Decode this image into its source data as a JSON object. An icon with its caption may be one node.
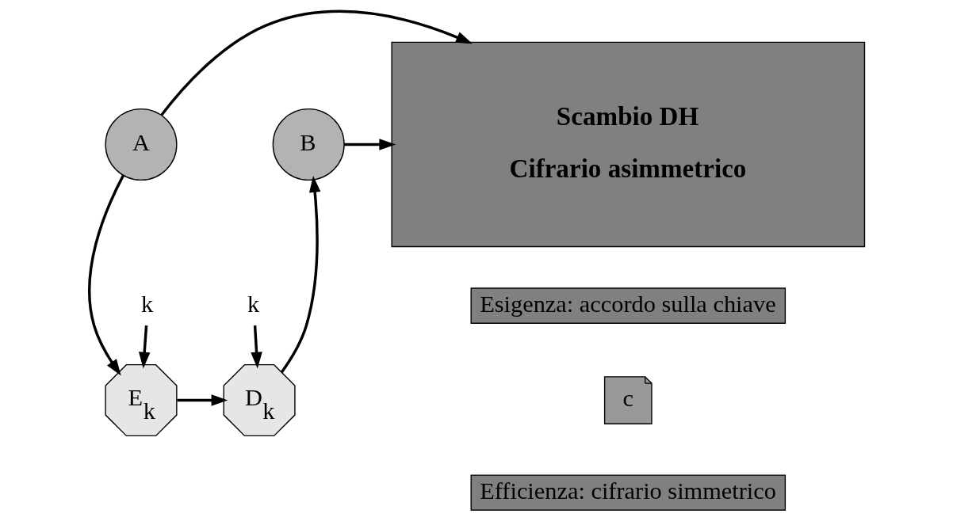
{
  "diagram": {
    "nodes": [
      {
        "text": [
          "A"
        ]
      },
      {
        "text": [
          "Scambio DH",
          "Cifrario asimmetrico"
        ]
      },
      {
        "text": [
          "B"
        ]
      },
      {
        "text": [
          "k"
        ]
      },
      {
        "text": [
          "k"
        ]
      },
      {
        "text": [
          "Esigenza: accordo sulla chiave"
        ]
      },
      {
        "text": [
          "E$_{k}$"
        ]
      },
      {
        "text": [
          "c"
        ]
      },
      {
        "text": [
          "D$_{k}$"
        ]
      },
      {
        "text": [
          "Efficienza: cifrario simmetrico"
        ]
      }
    ],
    "edges": [
      {
        "from": 0,
        "to": 1,
        "arrow": "to"
      },
      {
        "from": 2,
        "to": 1,
        "arrow": "to"
      },
      {
        "from": 3,
        "to": 6,
        "arrow": "to"
      },
      {
        "from": 4,
        "to": 8,
        "arrow": "to"
      },
      {
        "from": 0,
        "to": 6,
        "arrow": "to"
      },
      {
        "from": 6,
        "to": 8,
        "arrow": "to"
      },
      {
        "from": 8,
        "to": 2,
        "arrow": "to"
      }
    ]
  }
}
